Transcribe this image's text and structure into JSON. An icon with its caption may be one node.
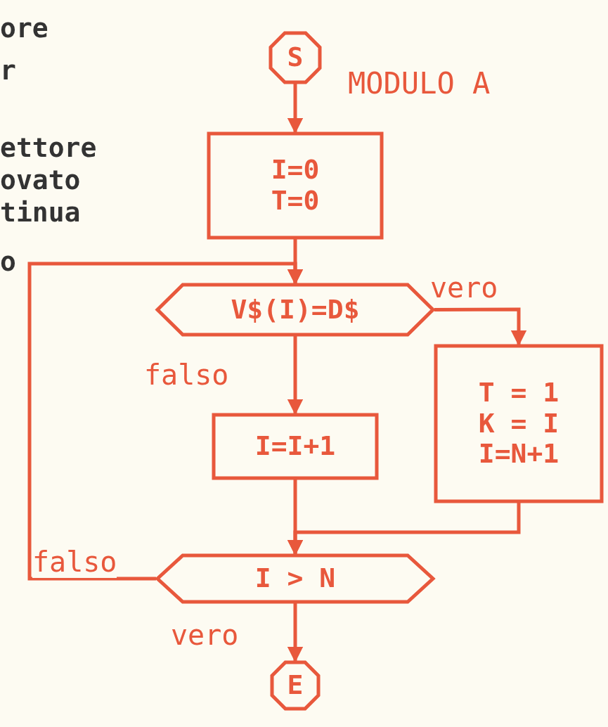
{
  "diagram": {
    "title": "MODULO A",
    "nodes": [
      {
        "text": [
          "S"
        ]
      },
      {
        "text": [
          "I=0 T=0"
        ]
      },
      {
        "text": [
          "V$(I)=D$"
        ]
      },
      {
        "text": [
          "I=I+1"
        ]
      },
      {
        "text": [
          "T = 1 K = I I=N+1"
        ]
      },
      {
        "text": [
          "I > N"
        ]
      },
      {
        "text": [
          "E"
        ]
      }
    ],
    "edges": [
      {
        "from": 0,
        "to": 1,
        "arrow": "to"
      },
      {
        "from": 1,
        "to": 2,
        "arrow": "to"
      },
      {
        "from": 2,
        "to": 4,
        "arrow": "to",
        "label": "vero"
      },
      {
        "from": 2,
        "to": 3,
        "arrow": "to",
        "label": "falso"
      },
      {
        "from": 3,
        "to": 5,
        "arrow": "to"
      },
      {
        "from": 4,
        "to": 5,
        "arrow": "to"
      },
      {
        "from": 5,
        "to": 2,
        "arrow": "to",
        "label": "falso"
      },
      {
        "from": 5,
        "to": 6,
        "arrow": "to",
        "label": "vero"
      }
    ],
    "labels": [
      "ore",
      "r",
      "ettore",
      "ovato",
      "tinua",
      "o"
    ]
  }
}
